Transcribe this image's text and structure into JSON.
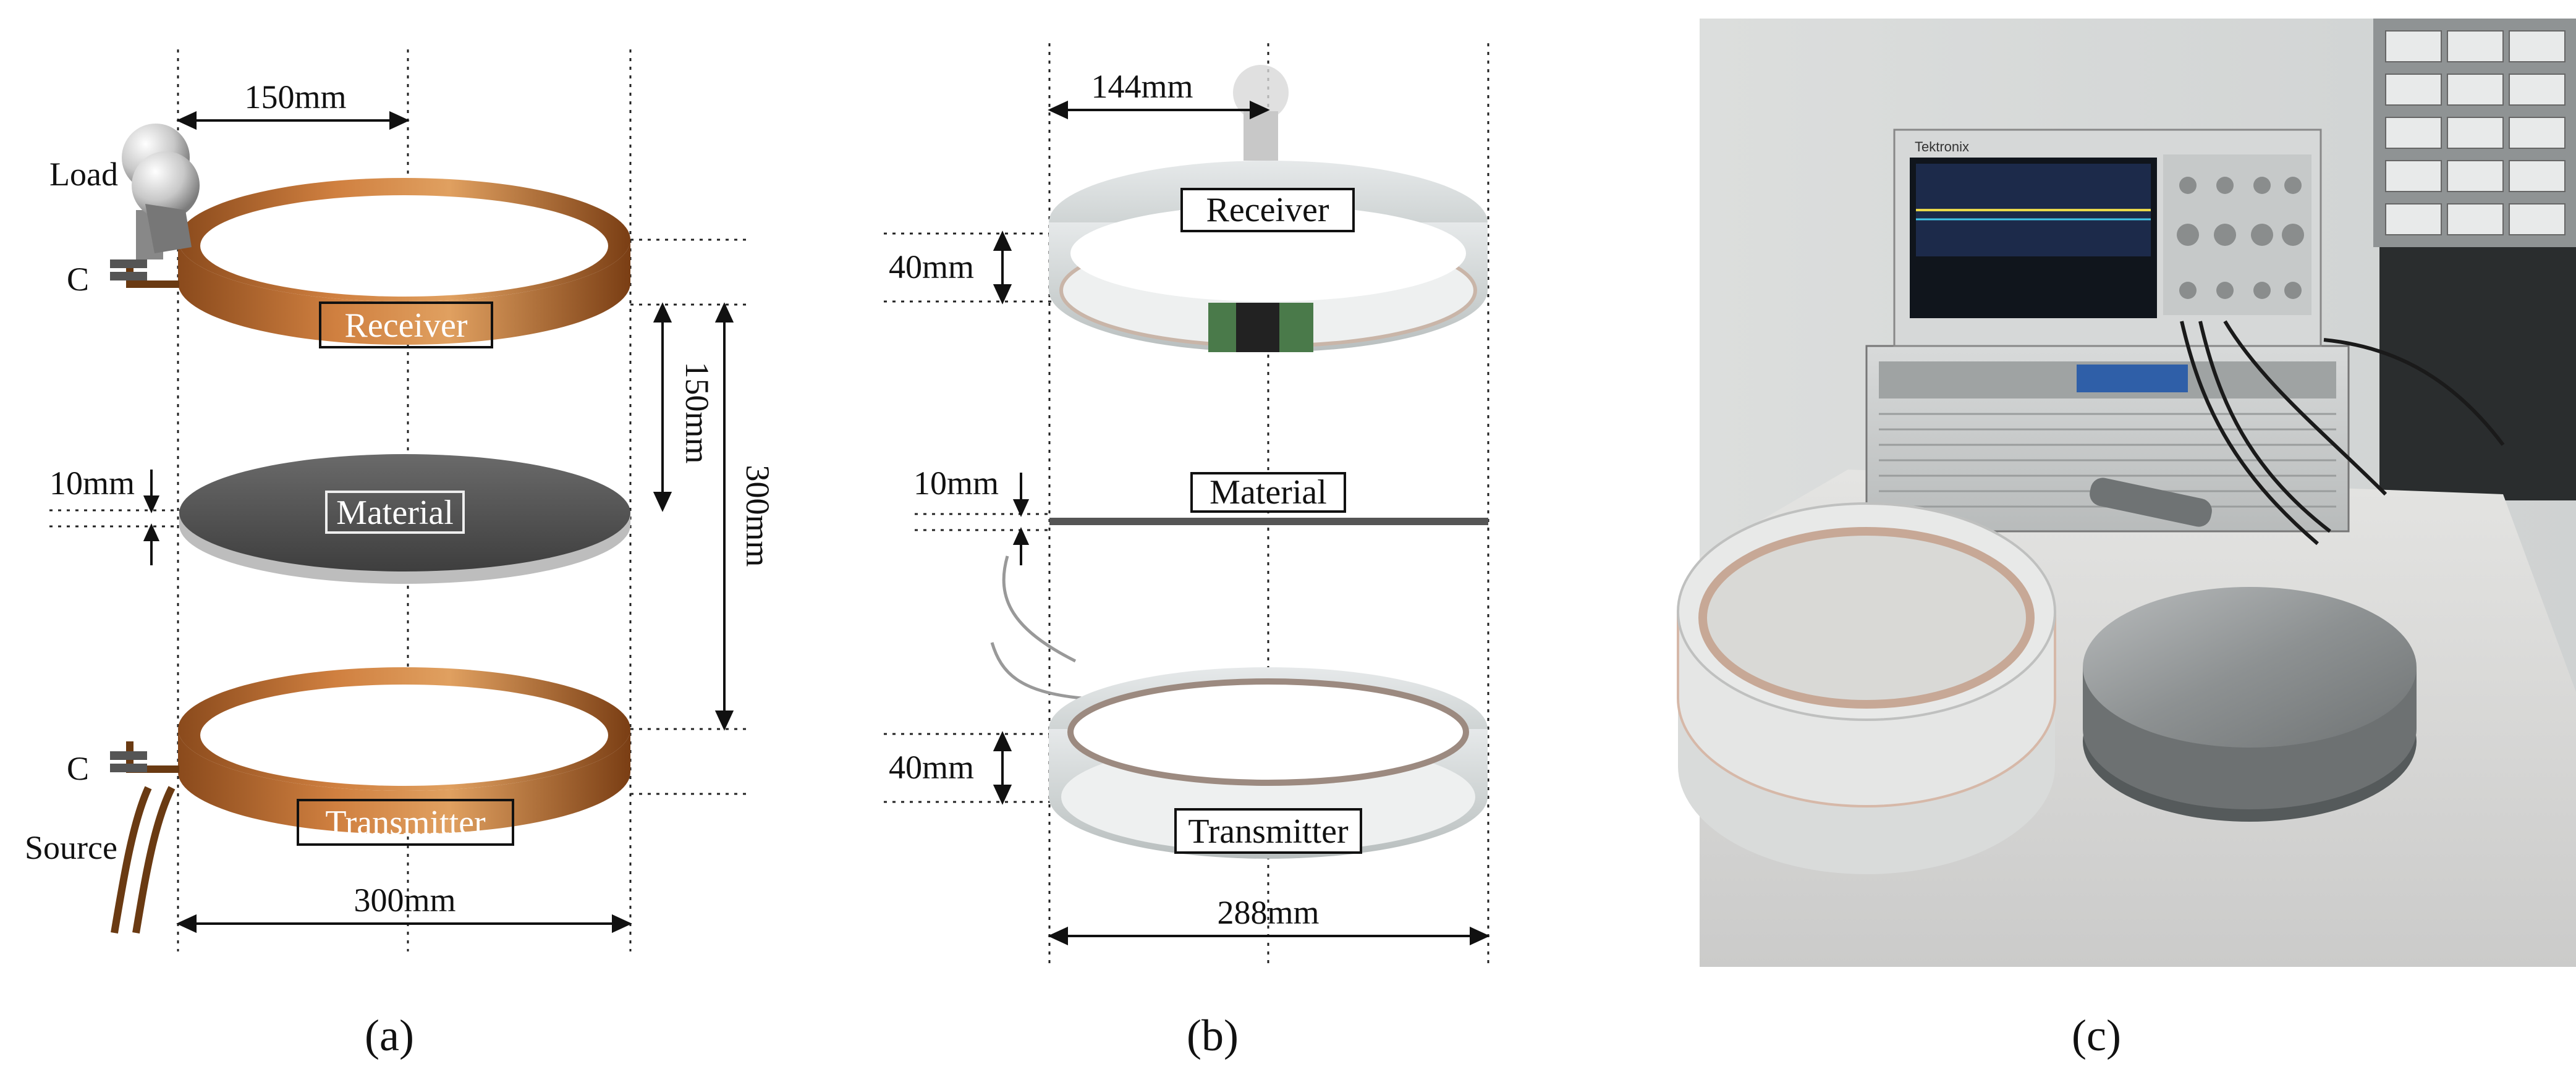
{
  "panel_a": {
    "caption": "(a)",
    "labels": {
      "load": "Load",
      "cap_top": "C",
      "cap_bottom": "C",
      "source": "Source",
      "receiver": "Receiver",
      "material": "Material",
      "transmitter": "Transmitter"
    },
    "dims": {
      "top_width": "150mm",
      "gap_recv_mat": "150mm",
      "gap_total": "300mm",
      "thickness": "10mm",
      "diameter": "300mm"
    },
    "colors": {
      "copper": "#b8692f",
      "material": "#555555"
    }
  },
  "panel_b": {
    "caption": "(b)",
    "labels": {
      "receiver": "Receiver",
      "material": "Material",
      "transmitter": "Transmitter"
    },
    "dims": {
      "top_width": "144mm",
      "coil_height_top": "40mm",
      "thickness": "10mm",
      "coil_height_bottom": "40mm",
      "diameter": "288mm"
    }
  },
  "panel_c": {
    "caption": "(c)",
    "scope_brand": "Tektronix"
  }
}
